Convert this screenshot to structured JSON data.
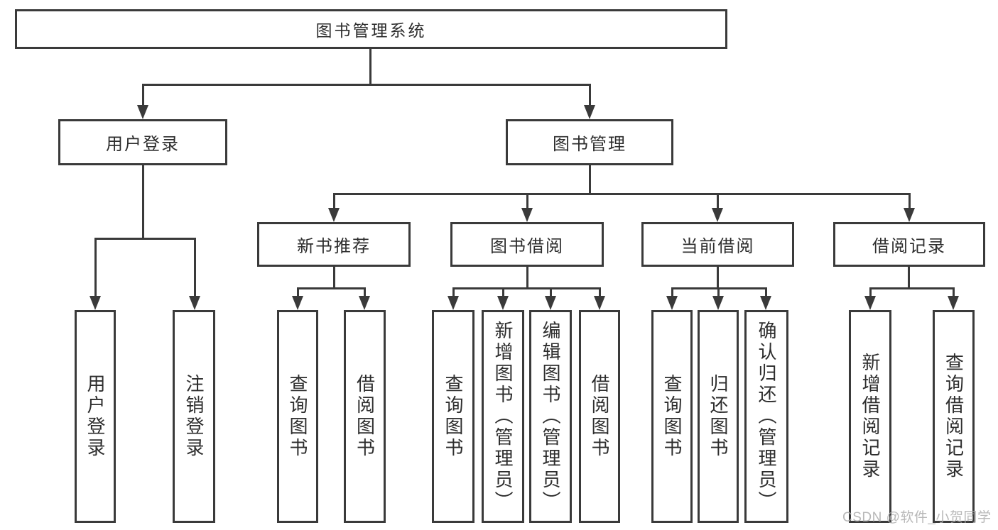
{
  "tree": {
    "root": {
      "label": "图书管理系统",
      "children": [
        {
          "label": "用户登录",
          "children": [
            {
              "label": "用户登录"
            },
            {
              "label": "注销登录"
            }
          ]
        },
        {
          "label": "图书管理",
          "children": [
            {
              "label": "新书推荐",
              "children": [
                {
                  "label": "查询图书"
                },
                {
                  "label": "借阅图书"
                }
              ]
            },
            {
              "label": "图书借阅",
              "children": [
                {
                  "label": "查询图书"
                },
                {
                  "label": "新增图书（管理员）"
                },
                {
                  "label": "编辑图书（管理员）"
                },
                {
                  "label": "借阅图书"
                }
              ]
            },
            {
              "label": "当前借阅",
              "children": [
                {
                  "label": "查询图书"
                },
                {
                  "label": "归还图书"
                },
                {
                  "label": "确认归还（管理员）"
                }
              ]
            },
            {
              "label": "借阅记录",
              "children": [
                {
                  "label": "新增借阅记录"
                },
                {
                  "label": "查询借阅记录"
                }
              ]
            }
          ]
        }
      ]
    }
  },
  "watermark": {
    "text": "CSDN @软件_小贺同学"
  },
  "colors": {
    "line": "#3a3a3a",
    "box_border": "#3a3a3a",
    "text": "#2d2d2d",
    "background": "#ffffff",
    "watermark": "#acacac"
  }
}
